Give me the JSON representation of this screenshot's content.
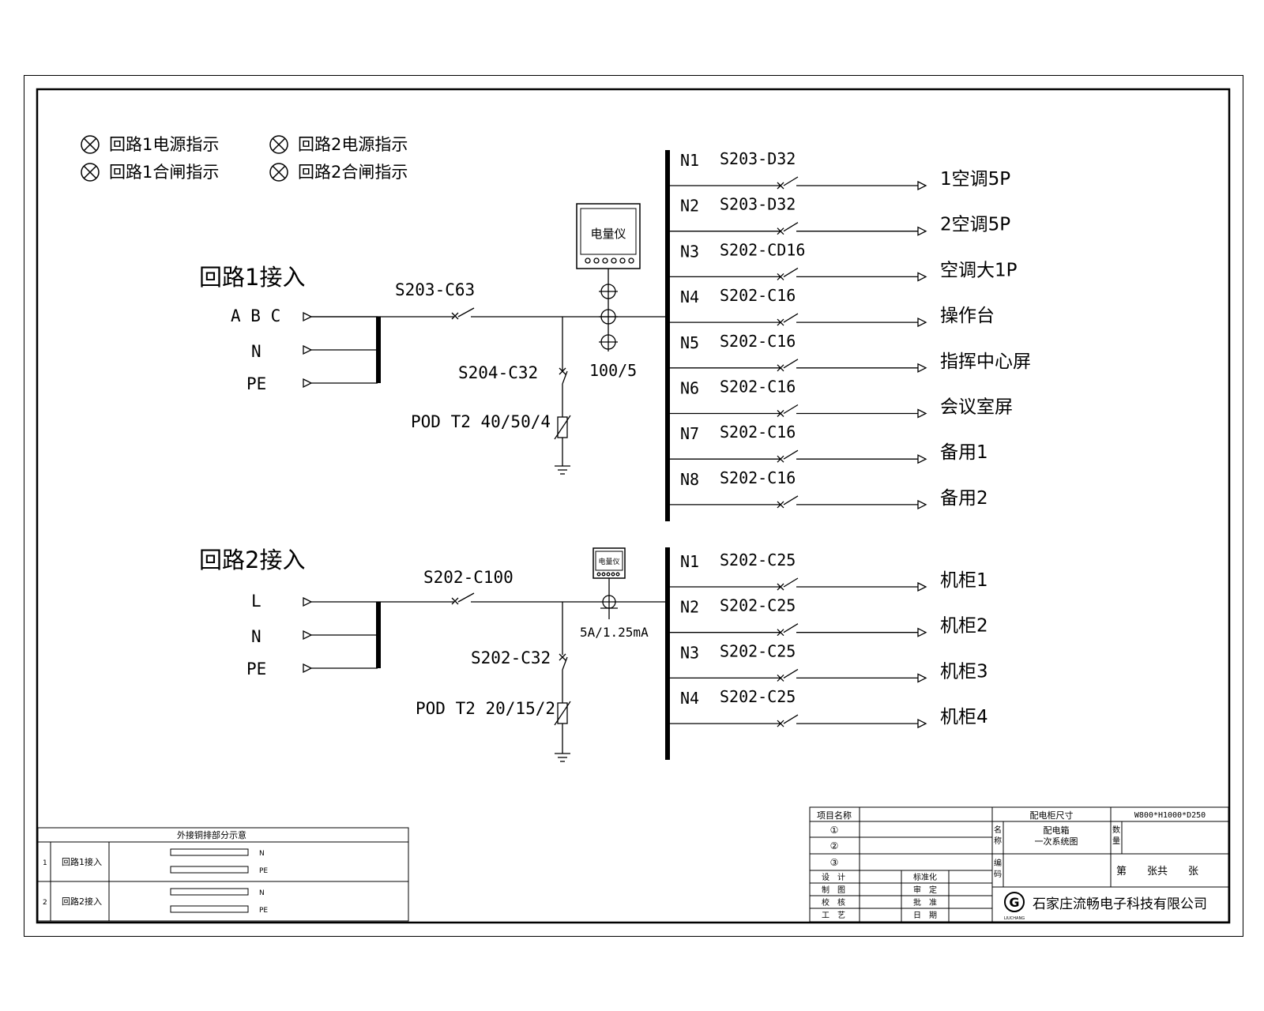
{
  "legend": [
    "回路1电源指示",
    "回路2电源指示",
    "回路1合闸指示",
    "回路2合闸指示"
  ],
  "circuit1": {
    "title": "回路1接入",
    "phases": [
      "A B C",
      "N",
      "PE"
    ],
    "main_breaker": "S203-C63",
    "meter_label": "电量仪",
    "ct_ratio": "100/5",
    "spd_breaker": "S204-C32",
    "spd": "POD T2 40/50/4",
    "branches": [
      {
        "n": "N1",
        "breaker": "S203-D32",
        "load": "1空调5P"
      },
      {
        "n": "N2",
        "breaker": "S203-D32",
        "load": "2空调5P"
      },
      {
        "n": "N3",
        "breaker": "S202-CD16",
        "load": "空调大1P"
      },
      {
        "n": "N4",
        "breaker": "S202-C16",
        "load": "操作台"
      },
      {
        "n": "N5",
        "breaker": "S202-C16",
        "load": "指挥中心屏"
      },
      {
        "n": "N6",
        "breaker": "S202-C16",
        "load": "会议室屏"
      },
      {
        "n": "N7",
        "breaker": "S202-C16",
        "load": "备用1"
      },
      {
        "n": "N8",
        "breaker": "S202-C16",
        "load": "备用2"
      }
    ]
  },
  "circuit2": {
    "title": "回路2接入",
    "phases": [
      "L",
      "N",
      "PE"
    ],
    "main_breaker": "S202-C100",
    "meter_label": "电量仪",
    "ct_ratio": "5A/1.25mA",
    "spd_breaker": "S202-C32",
    "spd": "POD T2 20/15/2",
    "branches": [
      {
        "n": "N1",
        "breaker": "S202-C25",
        "load": "机柜1"
      },
      {
        "n": "N2",
        "breaker": "S202-C25",
        "load": "机柜2"
      },
      {
        "n": "N3",
        "breaker": "S202-C25",
        "load": "机柜3"
      },
      {
        "n": "N4",
        "breaker": "S202-C25",
        "load": "机柜4"
      }
    ]
  },
  "busbar_table": {
    "title": "外接铜排部分示意",
    "rows": [
      {
        "no": "1",
        "name": "回路1接入",
        "bars": [
          "N",
          "PE"
        ]
      },
      {
        "no": "2",
        "name": "回路2接入",
        "bars": [
          "N",
          "PE"
        ]
      }
    ]
  },
  "title_block": {
    "project_name": "项目名称",
    "cabinet_size_label": "配电柜尺寸",
    "cabinet_size": "W800*H1000*D250",
    "rev_marks": [
      "①",
      "②",
      "③"
    ],
    "name_label": [
      "名",
      "称"
    ],
    "name_value": [
      "配电箱",
      "一次系统图"
    ],
    "qty_label": [
      "数",
      "量"
    ],
    "code_label": [
      "编",
      "码"
    ],
    "sheet": "第　　张共　　张",
    "roles_left": [
      "设　计",
      "制　图",
      "校　核",
      "工　艺"
    ],
    "roles_right": [
      "标准化",
      "审　定",
      "批　准",
      "日　期"
    ],
    "company": "石家庄流畅电子科技有限公司",
    "logo_text": "LIUCHANG"
  }
}
